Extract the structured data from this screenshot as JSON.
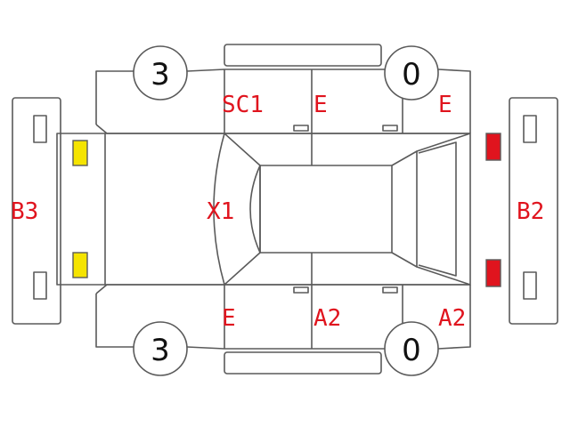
{
  "colors": {
    "code_text": "#e0141e",
    "lamp_yellow": "#f5e400",
    "lamp_red": "#e0141e",
    "outline": "#5a5a5a"
  },
  "wheels": {
    "front_left": "3",
    "front_right": "0",
    "rear_left": "3",
    "rear_right": "0"
  },
  "codes": {
    "top_front_door": "SC1",
    "top_rear_door": "E",
    "top_rear_fender": "E",
    "front_center": "X1",
    "front_bumper": "B3",
    "rear_bumper": "B2",
    "bottom_front_door": "E",
    "bottom_rear_door": "A2",
    "bottom_rear_fender": "A2"
  }
}
